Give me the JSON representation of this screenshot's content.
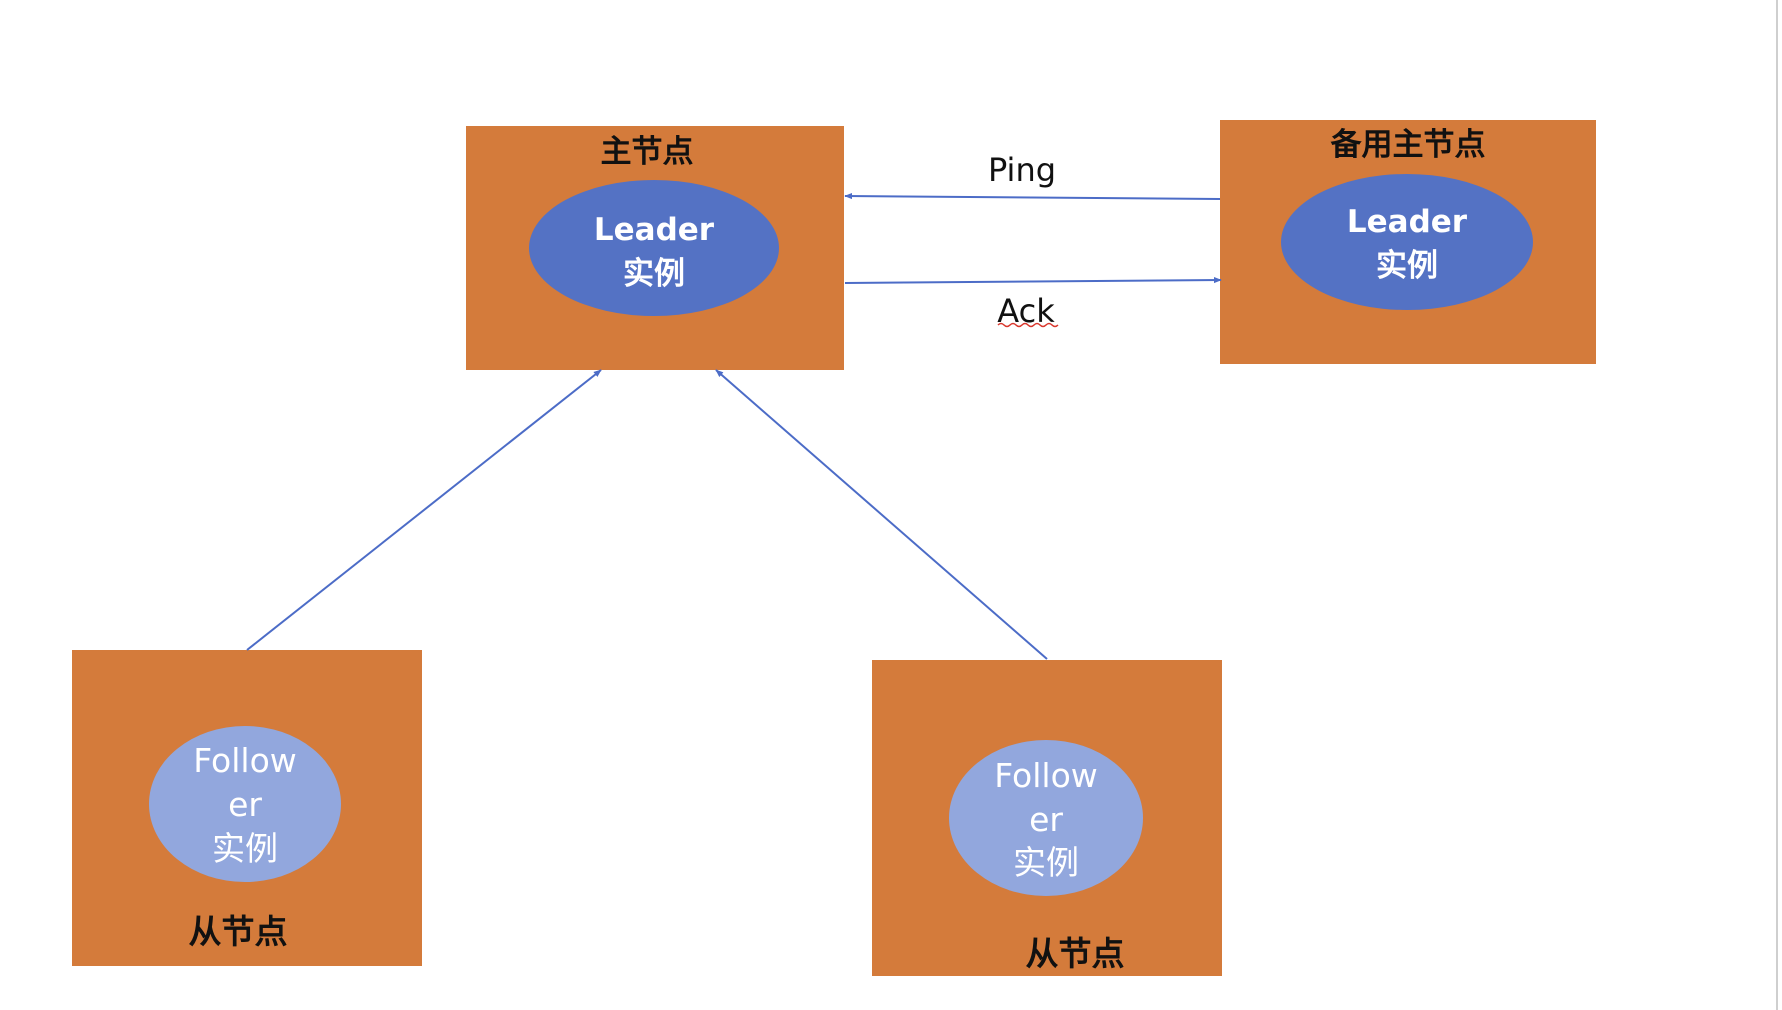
{
  "colors": {
    "node_fill": "#d47b3b",
    "leader_ellipse": "#5472c4",
    "follower_ellipse": "#92a7dd",
    "arrow": "#4c6cc7",
    "leader_text": "#ffffff",
    "follower_text": "#ffffff",
    "title_text": "#111111",
    "edge_label_text": "#111111",
    "spellcheck_underline": "#d9362c"
  },
  "nodes": {
    "primary": {
      "title": "主节点",
      "instance_line1": "Leader",
      "instance_line2": "实例"
    },
    "backup": {
      "title": "备用主节点",
      "instance_line1": "Leader",
      "instance_line2": "实例"
    },
    "follower_left": {
      "title": "从节点",
      "instance_line1": "Follow",
      "instance_line2": "er",
      "instance_line3": "实例"
    },
    "follower_right": {
      "title": "从节点",
      "instance_line1": "Follow",
      "instance_line2": "er",
      "instance_line3": "实例"
    }
  },
  "edges": {
    "ping": {
      "label": "Ping",
      "from": "备用主节点",
      "to": "主节点"
    },
    "ack": {
      "label": "Ack",
      "from": "主节点",
      "to": "备用主节点"
    },
    "left_follower": {
      "from": "从节点",
      "to": "主节点"
    },
    "right_follower": {
      "from": "从节点",
      "to": "主节点"
    }
  }
}
